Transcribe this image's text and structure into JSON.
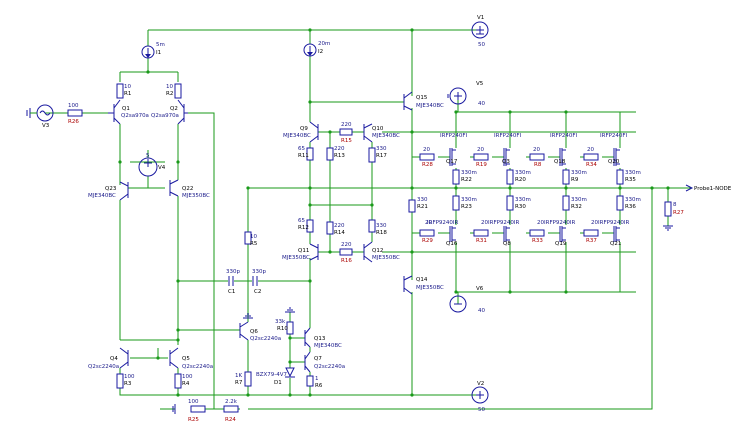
{
  "sources": {
    "V1": {
      "name": "V1",
      "value": "50"
    },
    "V2": {
      "name": "V2",
      "value": "50"
    },
    "V3": {
      "name": "V3"
    },
    "V4": {
      "name": "V4",
      "value": "5"
    },
    "V5": {
      "name": "V5",
      "value": "40"
    },
    "V6": {
      "name": "V6",
      "value": "40"
    },
    "I1": {
      "name": "I1",
      "value": "5m"
    },
    "I2": {
      "name": "I2",
      "value": "20m"
    }
  },
  "probe": "Probe1-NODE",
  "transistors": {
    "Q1": {
      "name": "Q1",
      "model": "Q2sa970a"
    },
    "Q2": {
      "name": "Q2",
      "model": "Q2sa970a"
    },
    "Q3": {
      "name": "Q3",
      "model": "IRFP240FI"
    },
    "Q4": {
      "name": "Q4",
      "model": "Q2sc2240a"
    },
    "Q5": {
      "name": "Q5",
      "model": "Q2sc2240a"
    },
    "Q6": {
      "name": "Q6",
      "model": "Q2sc2240a"
    },
    "Q7": {
      "name": "Q7",
      "model": "Q2sc2240a"
    },
    "Q8": {
      "name": "Q8",
      "model": "IRFP9240IR"
    },
    "Q9": {
      "name": "Q9",
      "model": "MJE340BC"
    },
    "Q10": {
      "name": "Q10",
      "model": "MJE340BC"
    },
    "Q11": {
      "name": "Q11",
      "model": "MJE350BC"
    },
    "Q12": {
      "name": "Q12",
      "model": "MJE350BC"
    },
    "Q13": {
      "name": "Q13",
      "model": "MJE340BC"
    },
    "Q14": {
      "name": "Q14",
      "model": "MJE350BC"
    },
    "Q15": {
      "name": "Q15",
      "model": "MJE340BC"
    },
    "Q16": {
      "name": "Q16",
      "model": "IRFP9240IR"
    },
    "Q17": {
      "name": "Q17",
      "model": "IRFP240FI"
    },
    "Q18": {
      "name": "Q18",
      "model": "IRFP240FI"
    },
    "Q19": {
      "name": "Q19",
      "model": "IRFP9240IR"
    },
    "Q20": {
      "name": "Q20",
      "model": "IRFP240FI"
    },
    "Q21": {
      "name": "Q21",
      "model": "IRFP9240IR"
    },
    "Q22": {
      "name": "Q22",
      "model": "MJE350BC"
    },
    "Q23": {
      "name": "Q23",
      "model": "MJE340BC"
    }
  },
  "resistors": {
    "R1": {
      "name": "R1",
      "value": "10"
    },
    "R2": {
      "name": "R2",
      "value": "10"
    },
    "R3": {
      "name": "R3",
      "value": "100"
    },
    "R4": {
      "name": "R4",
      "value": "100"
    },
    "R5": {
      "name": "R5",
      "value": "10"
    },
    "R6": {
      "name": "R6",
      "value": "1"
    },
    "R7": {
      "name": "R7",
      "value": "1K"
    },
    "R8": {
      "name": "R8",
      "value": "20"
    },
    "R9": {
      "name": "R9",
      "value": "330m"
    },
    "R10": {
      "name": "R10",
      "value": "33k"
    },
    "R11": {
      "name": "R11",
      "value": "65"
    },
    "R12": {
      "name": "R12",
      "value": "65"
    },
    "R13": {
      "name": "R13",
      "value": "220"
    },
    "R14": {
      "name": "R14",
      "value": "220"
    },
    "R15": {
      "name": "R15",
      "value": "220"
    },
    "R16": {
      "name": "R16",
      "value": "220"
    },
    "R17": {
      "name": "R17",
      "value": "330"
    },
    "R18": {
      "name": "R18",
      "value": "330"
    },
    "R19": {
      "name": "R19",
      "value": "20"
    },
    "R20": {
      "name": "R20",
      "value": "330m"
    },
    "R21": {
      "name": "R21",
      "value": "330"
    },
    "R22": {
      "name": "R22",
      "value": "330m"
    },
    "R23": {
      "name": "R23",
      "value": "330m"
    },
    "R24": {
      "name": "R24",
      "value": "2.2k"
    },
    "R25": {
      "name": "R25",
      "value": "100"
    },
    "R26": {
      "name": "R26",
      "value": "100"
    },
    "R27": {
      "name": "R27",
      "value": "8"
    },
    "R28": {
      "name": "R28",
      "value": "20"
    },
    "R29": {
      "name": "R29",
      "value": "20"
    },
    "R30": {
      "name": "R30",
      "value": "330m"
    },
    "R31": {
      "name": "R31",
      "value": "20"
    },
    "R32": {
      "name": "R32",
      "value": "330m"
    },
    "R33": {
      "name": "R33",
      "value": "20"
    },
    "R34": {
      "name": "R34",
      "value": "20"
    },
    "R35": {
      "name": "R35",
      "value": "330m"
    },
    "R36": {
      "name": "R36",
      "value": "330m"
    },
    "R37": {
      "name": "R37",
      "value": "20"
    }
  },
  "capacitors": {
    "C1": {
      "name": "C1",
      "value": "330p"
    },
    "C2": {
      "name": "C2",
      "value": "330p"
    }
  },
  "diodes": {
    "D1": {
      "name": "D1",
      "model": "BZX79-4V7"
    }
  }
}
